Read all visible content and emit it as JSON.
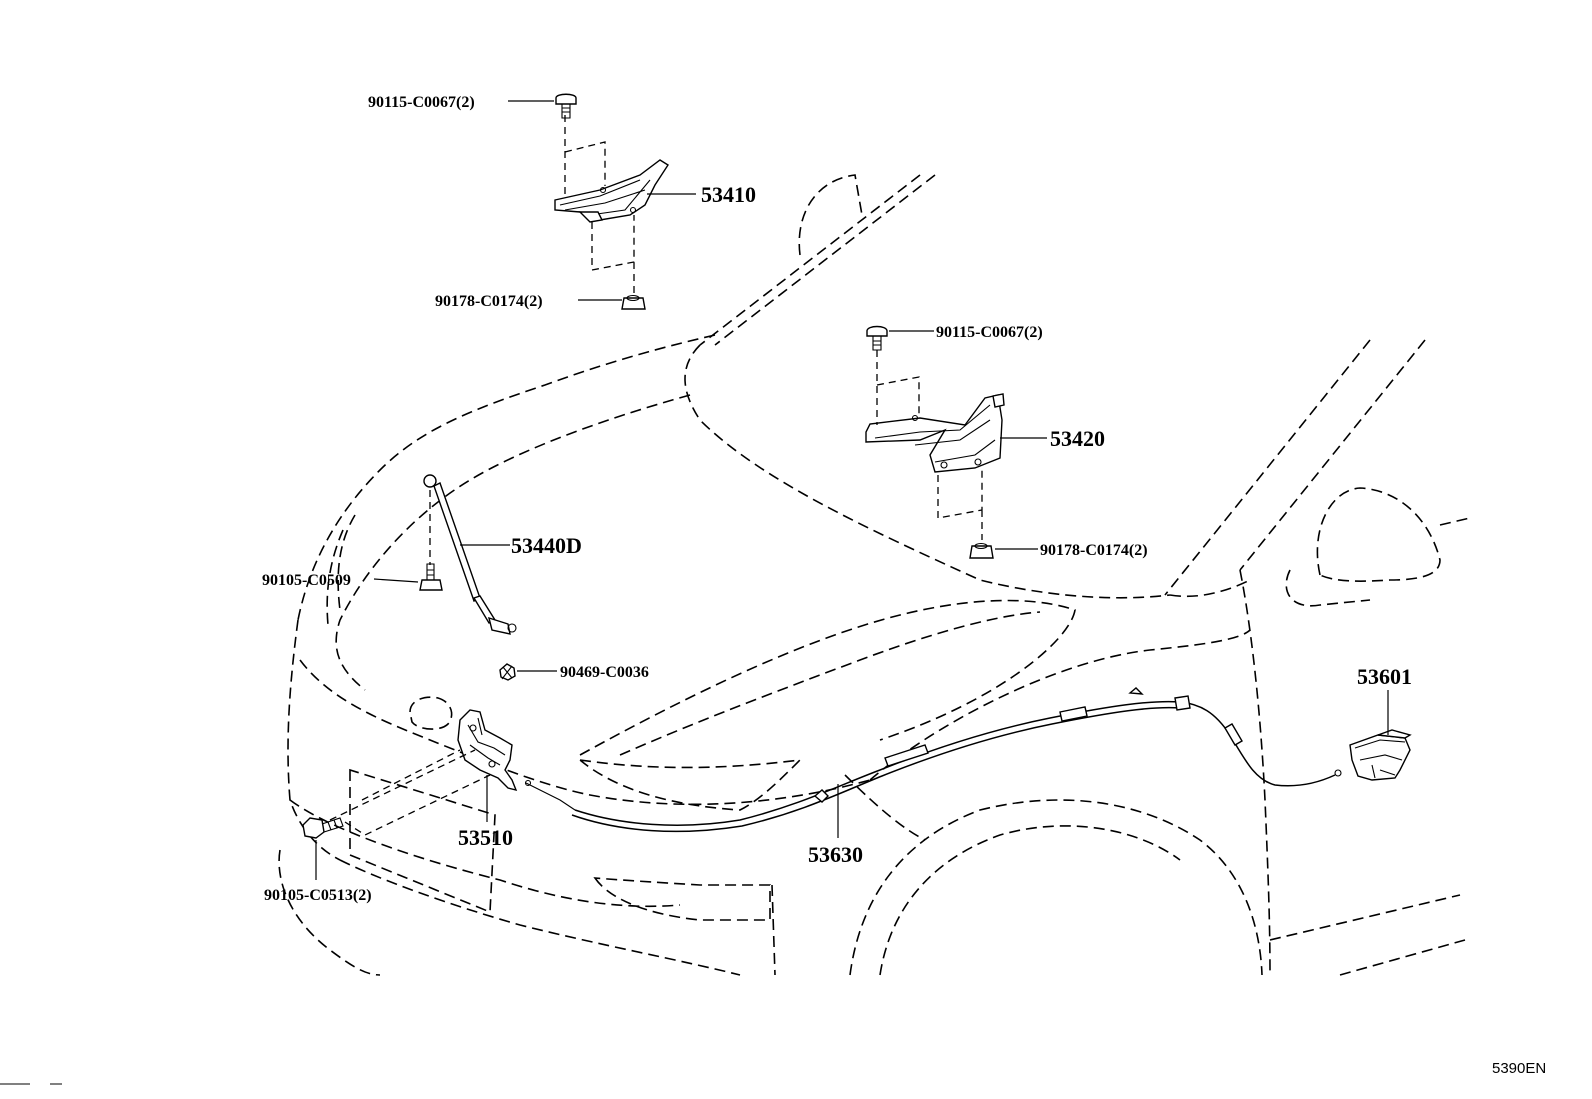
{
  "labels": {
    "p53410": "53410",
    "p53420": "53420",
    "p53440D": "53440D",
    "p53510": "53510",
    "p53601": "53601",
    "p53630": "53630",
    "b90115_a": "90115-C0067(2)",
    "b90115_b": "90115-C0067(2)",
    "n90178_a": "90178-C0174(2)",
    "n90178_b": "90178-C0174(2)",
    "b90105_c0509": "90105-C0509",
    "c90469": "90469-C0036",
    "b90105_c0513": "90105-C0513(2)"
  },
  "diagram_code": "5390EN",
  "icons": [
    "bolt-icon",
    "nut-icon",
    "clip-icon",
    "hinge-icon",
    "hood-support-icon",
    "hood-lock-icon",
    "release-lever-icon",
    "cable-icon"
  ]
}
